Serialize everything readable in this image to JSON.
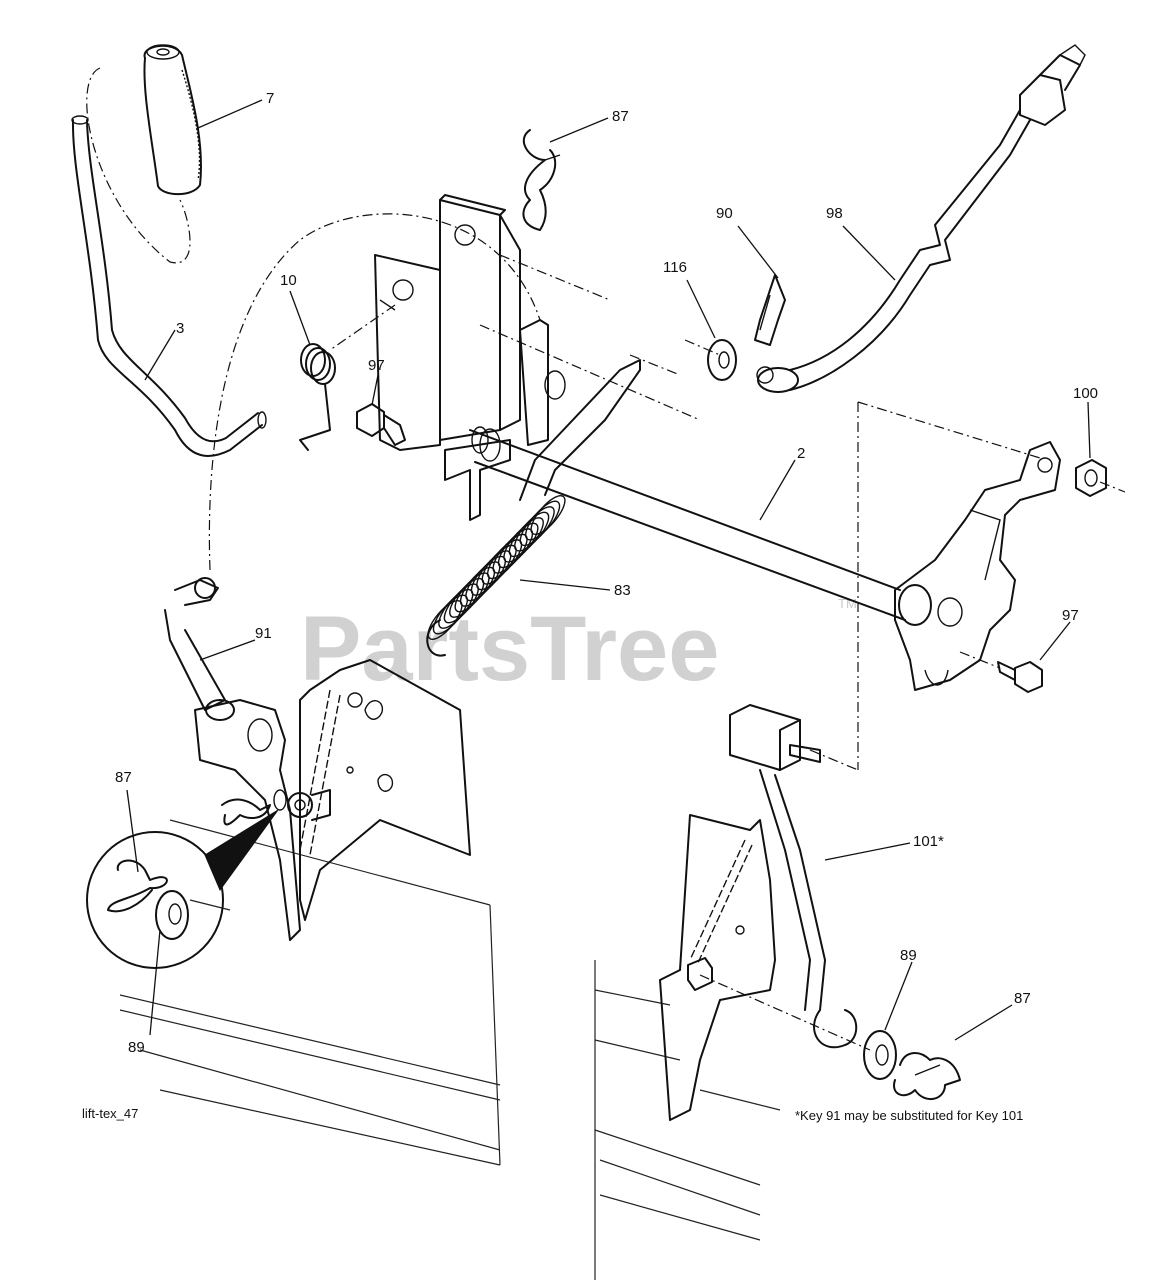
{
  "watermark": {
    "text": "PartsTree",
    "trademark": "TM"
  },
  "diagram_code": "lift-tex_47",
  "footnote": "*Key 91 may be substituted for Key 101",
  "callouts": [
    {
      "id": "c7",
      "label": "7"
    },
    {
      "id": "c87a",
      "label": "87"
    },
    {
      "id": "c90",
      "label": "90"
    },
    {
      "id": "c98",
      "label": "98"
    },
    {
      "id": "c116",
      "label": "116"
    },
    {
      "id": "c10",
      "label": "10"
    },
    {
      "id": "c3",
      "label": "3"
    },
    {
      "id": "c97a",
      "label": "97"
    },
    {
      "id": "c100",
      "label": "100"
    },
    {
      "id": "c2",
      "label": "2"
    },
    {
      "id": "c83",
      "label": "83"
    },
    {
      "id": "c91",
      "label": "91"
    },
    {
      "id": "c97b",
      "label": "97"
    },
    {
      "id": "c87b",
      "label": "87"
    },
    {
      "id": "c101",
      "label": "101*"
    },
    {
      "id": "c89a",
      "label": "89"
    },
    {
      "id": "c89b",
      "label": "89"
    },
    {
      "id": "c87c",
      "label": "87"
    }
  ]
}
